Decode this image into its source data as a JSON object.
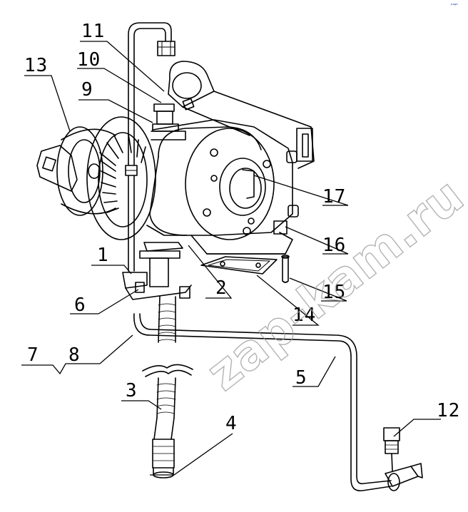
{
  "callouts": [
    {
      "id": "c1",
      "label": "1"
    },
    {
      "id": "c2",
      "label": "2"
    },
    {
      "id": "c3",
      "label": "3"
    },
    {
      "id": "c4",
      "label": "4"
    },
    {
      "id": "c5",
      "label": "5"
    },
    {
      "id": "c6",
      "label": "6"
    },
    {
      "id": "c7",
      "label": "7"
    },
    {
      "id": "c8",
      "label": "8"
    },
    {
      "id": "c9",
      "label": "9"
    },
    {
      "id": "c10",
      "label": "10"
    },
    {
      "id": "c11",
      "label": "11"
    },
    {
      "id": "c12",
      "label": "12"
    },
    {
      "id": "c13",
      "label": "13"
    },
    {
      "id": "c14",
      "label": "14"
    },
    {
      "id": "c15",
      "label": "15"
    },
    {
      "id": "c16",
      "label": "16"
    },
    {
      "id": "c17",
      "label": "17"
    }
  ],
  "watermark": "zap-kam.ru",
  "corner_mark": "ᵖᵃᵍᵉ"
}
